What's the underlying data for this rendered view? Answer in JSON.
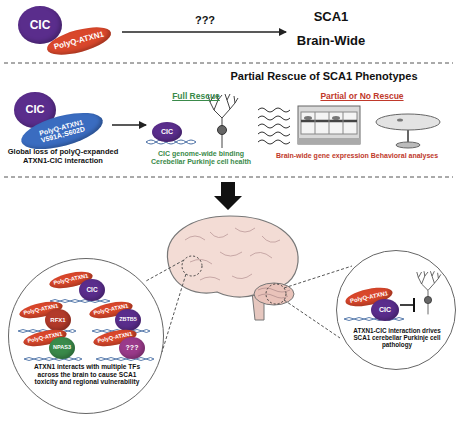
{
  "diagram": {
    "nodes": [
      {
        "text": [
          "CIC"
        ]
      },
      {
        "text": [
          "PolyQ-ATXN1"
        ]
      },
      {
        "text": [
          "CIC"
        ]
      },
      {
        "text": [
          "PolyQ-ATXN1 V591A;S602D"
        ]
      },
      {
        "text": [
          "CIC"
        ]
      },
      {
        "text": [
          "ATXN1 interacts with multiple TFs across the brain to cause SCA1 toxicity and regional vulnerability"
        ]
      },
      {
        "text": [
          "PolyQ-ATXN1"
        ],
        "in": 5
      },
      {
        "text": [
          "CIC"
        ],
        "in": 5
      },
      {
        "text": [
          "PolyQ-ATXN1"
        ],
        "in": 5
      },
      {
        "text": [
          "RFX1"
        ],
        "in": 5
      },
      {
        "text": [
          "PolyQ-ATXN1"
        ],
        "in": 5
      },
      {
        "text": [
          "ZBTB5"
        ],
        "in": 5
      },
      {
        "text": [
          "PolyQ-ATXN1"
        ],
        "in": 5
      },
      {
        "text": [
          "NPAS3"
        ],
        "in": 5
      },
      {
        "text": [
          "PolyQ-ATXN1"
        ],
        "in": 5
      },
      {
        "text": [
          "???"
        ],
        "in": 5
      },
      {
        "text": [
          "ATXN1-CIC interaction drives SCA1 cerebellar Purkinje cell pathology"
        ]
      },
      {
        "text": [
          "PolyQ-ATXN1"
        ],
        "in": 16
      },
      {
        "text": [
          "CIC"
        ],
        "in": 16
      }
    ],
    "labels": [
      "???",
      "SCA1",
      "Brain-Wide",
      "Partial Rescue of SCA1 Phenotypes",
      "Global loss of polyQ-expanded ATXN1-CIC interaction",
      "Full Rescue",
      "CIC genome-wide binding Cerebellar Purkinje cell health",
      "Partial or No Rescue",
      "Brain-wide gene expression Behavioral analyses"
    ]
  }
}
